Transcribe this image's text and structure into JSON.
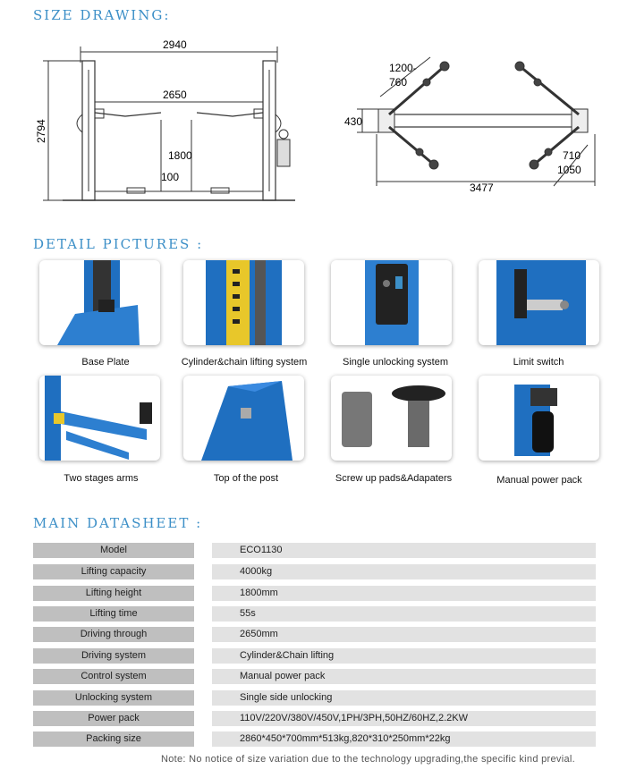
{
  "sections": {
    "size_drawing": "SIZE DRAWING:",
    "detail_pictures": "DETAIL PICTURES :",
    "main_datasheet": "MAIN DATASHEET :"
  },
  "drawing_front": {
    "width_top": "2940",
    "width_inner": "2650",
    "height": "2794",
    "lift_height": "1800",
    "min_height": "100"
  },
  "drawing_top": {
    "arm_long": "1200-",
    "arm_long_min": "760",
    "base_width": "430",
    "arm_short": "710",
    "arm_short_max": "1050",
    "overall_length": "3477"
  },
  "detail_pictures": [
    {
      "caption": "Base Plate"
    },
    {
      "caption": "Cylinder&chain  lifting system"
    },
    {
      "caption": "Single unlocking system"
    },
    {
      "caption": "Limit switch"
    },
    {
      "caption": "Two stages arms"
    },
    {
      "caption": "Top of the post"
    },
    {
      "caption": "Screw up pads&Adapaters"
    },
    {
      "caption": "Manual power pack"
    }
  ],
  "datasheet": [
    {
      "label": "Model",
      "value": "ECO1130"
    },
    {
      "label": "Lifting capacity",
      "value": "4000kg"
    },
    {
      "label": "Lifting height",
      "value": "1800mm"
    },
    {
      "label": "Lifting time",
      "value": "55s"
    },
    {
      "label": "Driving through",
      "value": "2650mm"
    },
    {
      "label": "Driving system",
      "value": "Cylinder&Chain lifting"
    },
    {
      "label": "Control system",
      "value": "Manual power pack"
    },
    {
      "label": "Unlocking system",
      "value": "Single side unlocking"
    },
    {
      "label": "Power pack",
      "value": "110V/220V/380V/450V,1PH/3PH,50HZ/60HZ,2.2KW"
    },
    {
      "label": "Packing size",
      "value": "2860*450*700mm*513kg,820*310*250mm*22kg"
    }
  ],
  "note": "Note:  No notice of size variation due to the technology upgrading,the specific kind previal.",
  "colors": {
    "accent": "#3c8fc7",
    "lift_blue": "#1f6fc0",
    "label_bg": "#bfbfbf",
    "value_bg": "#e2e2e2"
  }
}
